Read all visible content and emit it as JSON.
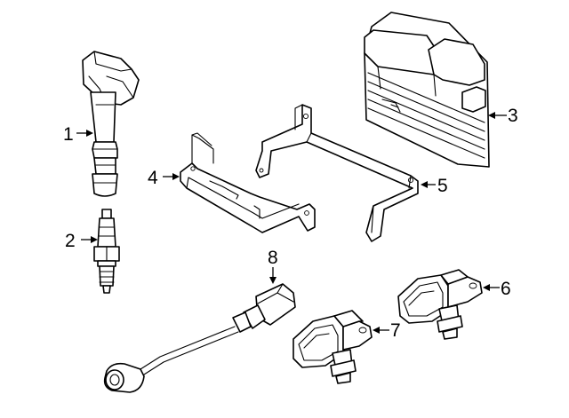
{
  "callouts": {
    "c1": "1",
    "c2": "2",
    "c3": "3",
    "c4": "4",
    "c5": "5",
    "c6": "6",
    "c7": "7",
    "c8": "8"
  },
  "colors": {
    "line": "#000000",
    "background": "#ffffff"
  }
}
